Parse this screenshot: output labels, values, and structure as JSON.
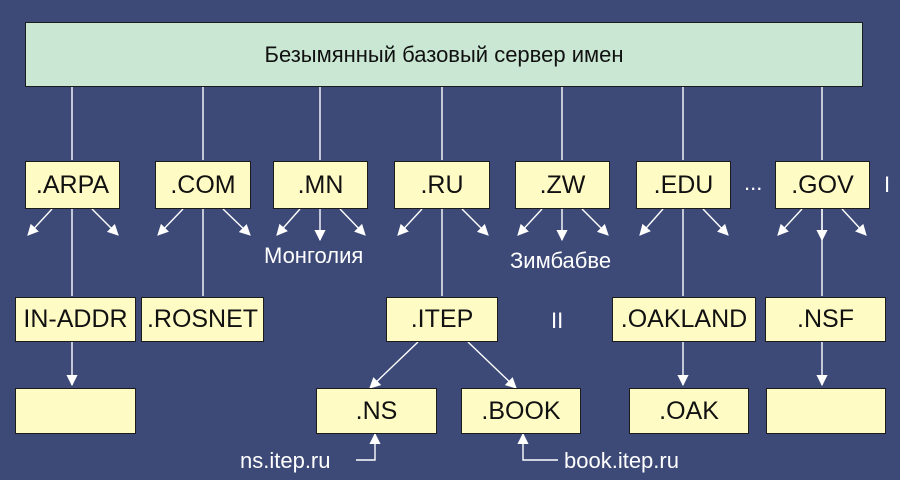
{
  "root": {
    "label": "Безымянный базовый сервер имен"
  },
  "tld": {
    "arpa": ".ARPA",
    "com": ".COM",
    "mn": ".MN",
    "ru": ".RU",
    "zw": ".ZW",
    "edu": ".EDU",
    "gov": ".GOV"
  },
  "ellipsis": "...",
  "level_marks": {
    "one": "I",
    "two": "II"
  },
  "captions": {
    "mongolia": "Монголия",
    "zimbabwe": "Зимбабве"
  },
  "second_level": {
    "in_addr": "IN-ADDR",
    "rosnet": ".ROSNET",
    "itep": ".ITEP",
    "oakland": ".OAKLAND",
    "nsf": ".NSF"
  },
  "third_level": {
    "blank_left": "",
    "ns": ".NS",
    "book": ".BOOK",
    "oak": ".OAK",
    "blank_right": ""
  },
  "hosts": {
    "ns": "ns.itep.ru",
    "book": "book.itep.ru"
  }
}
